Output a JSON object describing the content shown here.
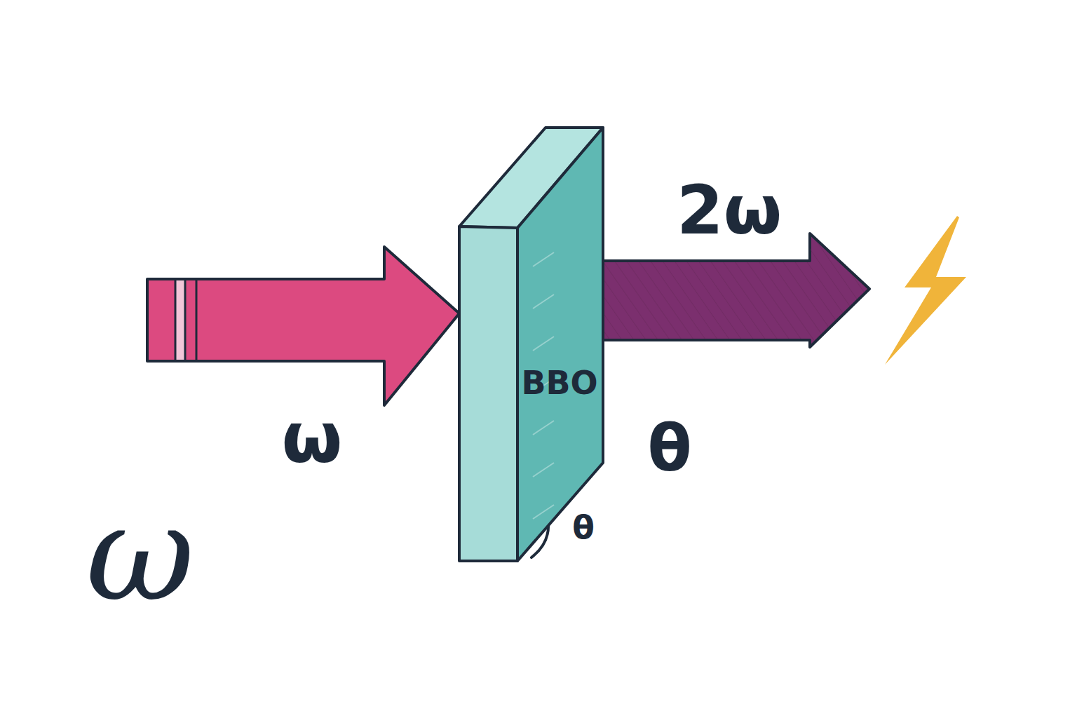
{
  "diagram": {
    "nodes": [
      {
        "text": [
          "BBO"
        ]
      }
    ],
    "labels": [
      "2ω",
      "ω",
      "θ",
      "ω",
      "θ"
    ]
  }
}
